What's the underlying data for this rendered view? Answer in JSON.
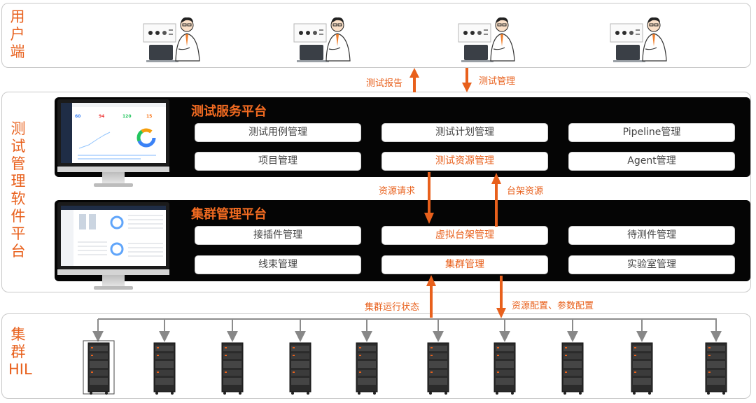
{
  "layers": {
    "user": {
      "label": "用户端"
    },
    "software": {
      "label": "测试管理软件平台"
    },
    "cluster": {
      "label": "集群HIL"
    }
  },
  "test_service_platform": {
    "title": "测试服务平台",
    "modules": [
      "测试用例管理",
      "测试计划管理",
      "Pipeline管理",
      "项目管理",
      "测试资源管理",
      "Agent管理"
    ]
  },
  "cluster_platform": {
    "title": "集群管理平台",
    "modules": [
      "接插件管理",
      "虚拟台架管理",
      "待测件管理",
      "线束管理",
      "集群管理",
      "实验室管理"
    ]
  },
  "arrows": {
    "test_report": "测试报告",
    "test_management": "测试管理",
    "resource_request": "资源请求",
    "rack_resource": "台架资源",
    "cluster_status": "集群运行状态",
    "resource_config": "资源配置、参数配置"
  },
  "dashboard": {
    "stats": [
      "60",
      "94",
      "120",
      "15"
    ]
  },
  "colors": {
    "accent": "#e8601c",
    "panel": "#050505"
  }
}
